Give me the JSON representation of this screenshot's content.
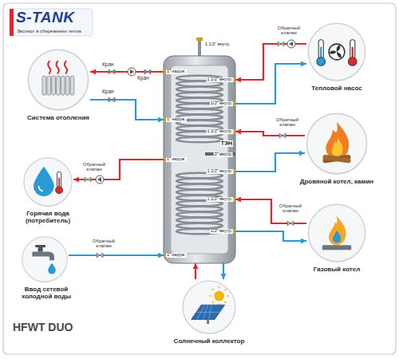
{
  "diagram": {
    "title": "HFWT DUO",
    "nodes": [
      {
        "text": [
          "Система отопления"
        ]
      },
      {
        "text": [
          "Тепловой насос"
        ]
      },
      {
        "text": [
          "ТЭН"
        ]
      },
      {
        "text": [
          "Горячая вода (потребитель)"
        ]
      },
      {
        "text": [
          "Дровяной котел, камин"
        ]
      },
      {
        "text": [
          "Ввод сетевой холодной воды"
        ]
      },
      {
        "text": [
          "Газовый котел"
        ]
      },
      {
        "text": [
          "Солнечный коллектор"
        ]
      }
    ],
    "edges": [
      {
        "from": 2,
        "to": 0,
        "arrow": "to"
      },
      {
        "from": 0,
        "to": 2,
        "arrow": "to"
      },
      {
        "from": 2,
        "to": 3,
        "arrow": "to"
      },
      {
        "from": 5,
        "to": 2,
        "arrow": "to"
      },
      {
        "from": 7,
        "to": 2,
        "arrow": "to"
      },
      {
        "from": 2,
        "to": 7,
        "arrow": "to"
      },
      {
        "from": 1,
        "to": 2,
        "arrow": "to"
      },
      {
        "from": 2,
        "to": 1,
        "arrow": "to"
      },
      {
        "from": 4,
        "to": 2,
        "arrow": "to"
      },
      {
        "from": 2,
        "to": 4,
        "arrow": "to"
      },
      {
        "from": 6,
        "to": 2,
        "arrow": "to"
      },
      {
        "from": 2,
        "to": 6,
        "arrow": "to"
      }
    ],
    "labels": [
      "S-TANK",
      "Эксперт в сбережении тепла",
      "Кран",
      "Кран",
      "Кран",
      "Обратный клапан",
      "Обратный клапан",
      "Обратный клапан",
      "Обратный клапан",
      "Обратный клапан",
      "1 1/2\" внутр.",
      "1\" наруж.",
      "1\" наруж.",
      "1\" наруж.",
      "1\" наруж.",
      "1 1/2\" внутр.",
      "1/2\" внутр.",
      "1 1/2\" внутр.",
      "2\" внутр.",
      "1 1/2\" внутр.",
      "1 1/2\" внутр.",
      "1/2\" внутр."
    ]
  }
}
